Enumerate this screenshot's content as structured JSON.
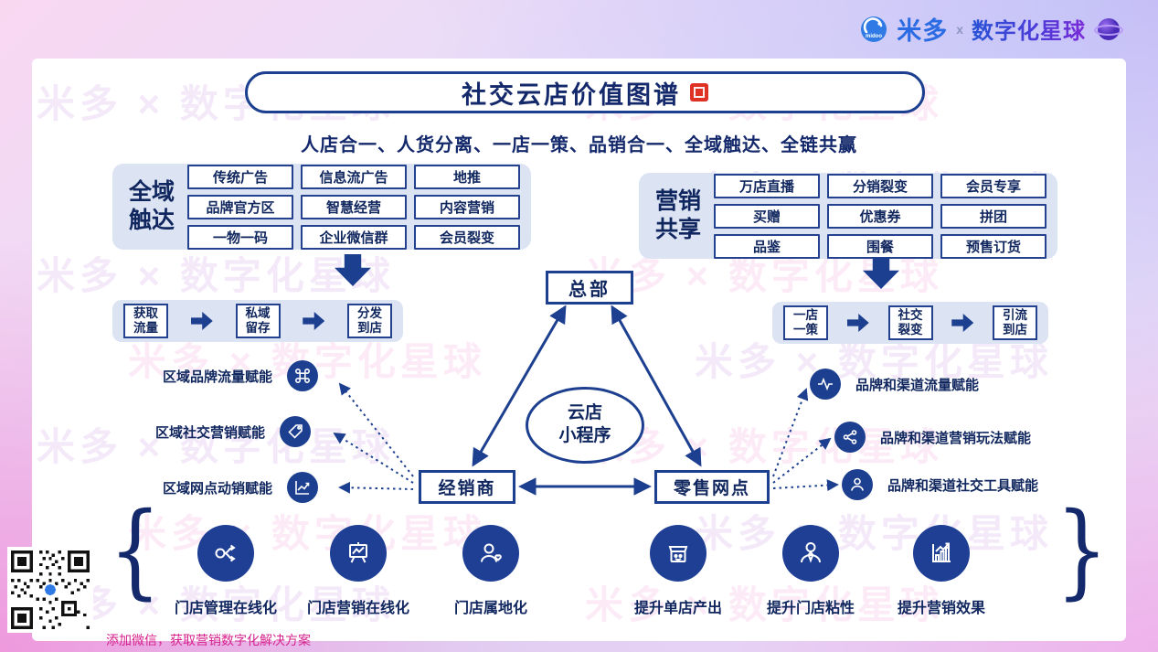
{
  "header": {
    "brand": "米多",
    "brand_sub": "midoo",
    "separator": "x",
    "partner": "数字化星球"
  },
  "title": "社交云店价值图谱",
  "subtitle": "人店合一、人货分离、一店一策、品销合一、全域触达、全链共赢",
  "watermark": "米多 × 数字化星球",
  "sections": {
    "left": {
      "label": "全域\n触达",
      "rows": [
        [
          "传统广告",
          "信息流广告",
          "地推"
        ],
        [
          "品牌官方区",
          "智慧经营",
          "内容营销"
        ],
        [
          "一物一码",
          "企业微信群",
          "会员裂变"
        ]
      ]
    },
    "right": {
      "label": "营销\n共享",
      "rows": [
        [
          "万店直播",
          "分销裂变",
          "会员专享"
        ],
        [
          "买赠",
          "优惠券",
          "拼团"
        ],
        [
          "品鉴",
          "围餐",
          "预售订货"
        ]
      ]
    }
  },
  "flows": {
    "left": [
      "获取\n流量",
      "私域\n留存",
      "分发\n到店"
    ],
    "right": [
      "一店\n一策",
      "社交\n裂变",
      "引流\n到店"
    ]
  },
  "network": {
    "top": "总部",
    "center": "云店\n小程序",
    "left": "经销商",
    "right": "零售网点"
  },
  "left_enablers": [
    {
      "label": "区域品牌流量赋能",
      "icon": "command-icon"
    },
    {
      "label": "区域社交营销赋能",
      "icon": "tag-icon"
    },
    {
      "label": "区域网点动销赋能",
      "icon": "trend-chart-icon"
    }
  ],
  "right_enablers": [
    {
      "label": "品牌和渠道流量赋能",
      "icon": "pulse-icon"
    },
    {
      "label": "品牌和渠道营销玩法赋能",
      "icon": "share-network-icon"
    },
    {
      "label": "品牌和渠道社交工具赋能",
      "icon": "person-icon"
    }
  ],
  "benefits": [
    {
      "label": "门店管理在线化",
      "icon": "branch-icon"
    },
    {
      "label": "门店营销在线化",
      "icon": "presentation-icon"
    },
    {
      "label": "门店属地化",
      "icon": "person-heart-icon"
    },
    {
      "label": "提升单店产出",
      "icon": "storefront-icon"
    },
    {
      "label": "提升门店粘性",
      "icon": "business-person-icon"
    },
    {
      "label": "提升营销效果",
      "icon": "growth-chart-icon"
    }
  ],
  "braces": {
    "left": "{",
    "right": "}"
  },
  "footer": {
    "qr_caption": "添加微信，获取营销数字化解决方案"
  },
  "colors": {
    "navy": "#1d3f8f",
    "text_navy": "#10265e",
    "brand_blue": "#2b6be4",
    "magenta": "#d6218d",
    "seal_red": "#e03224",
    "panel_bg": "#dce3f3"
  }
}
